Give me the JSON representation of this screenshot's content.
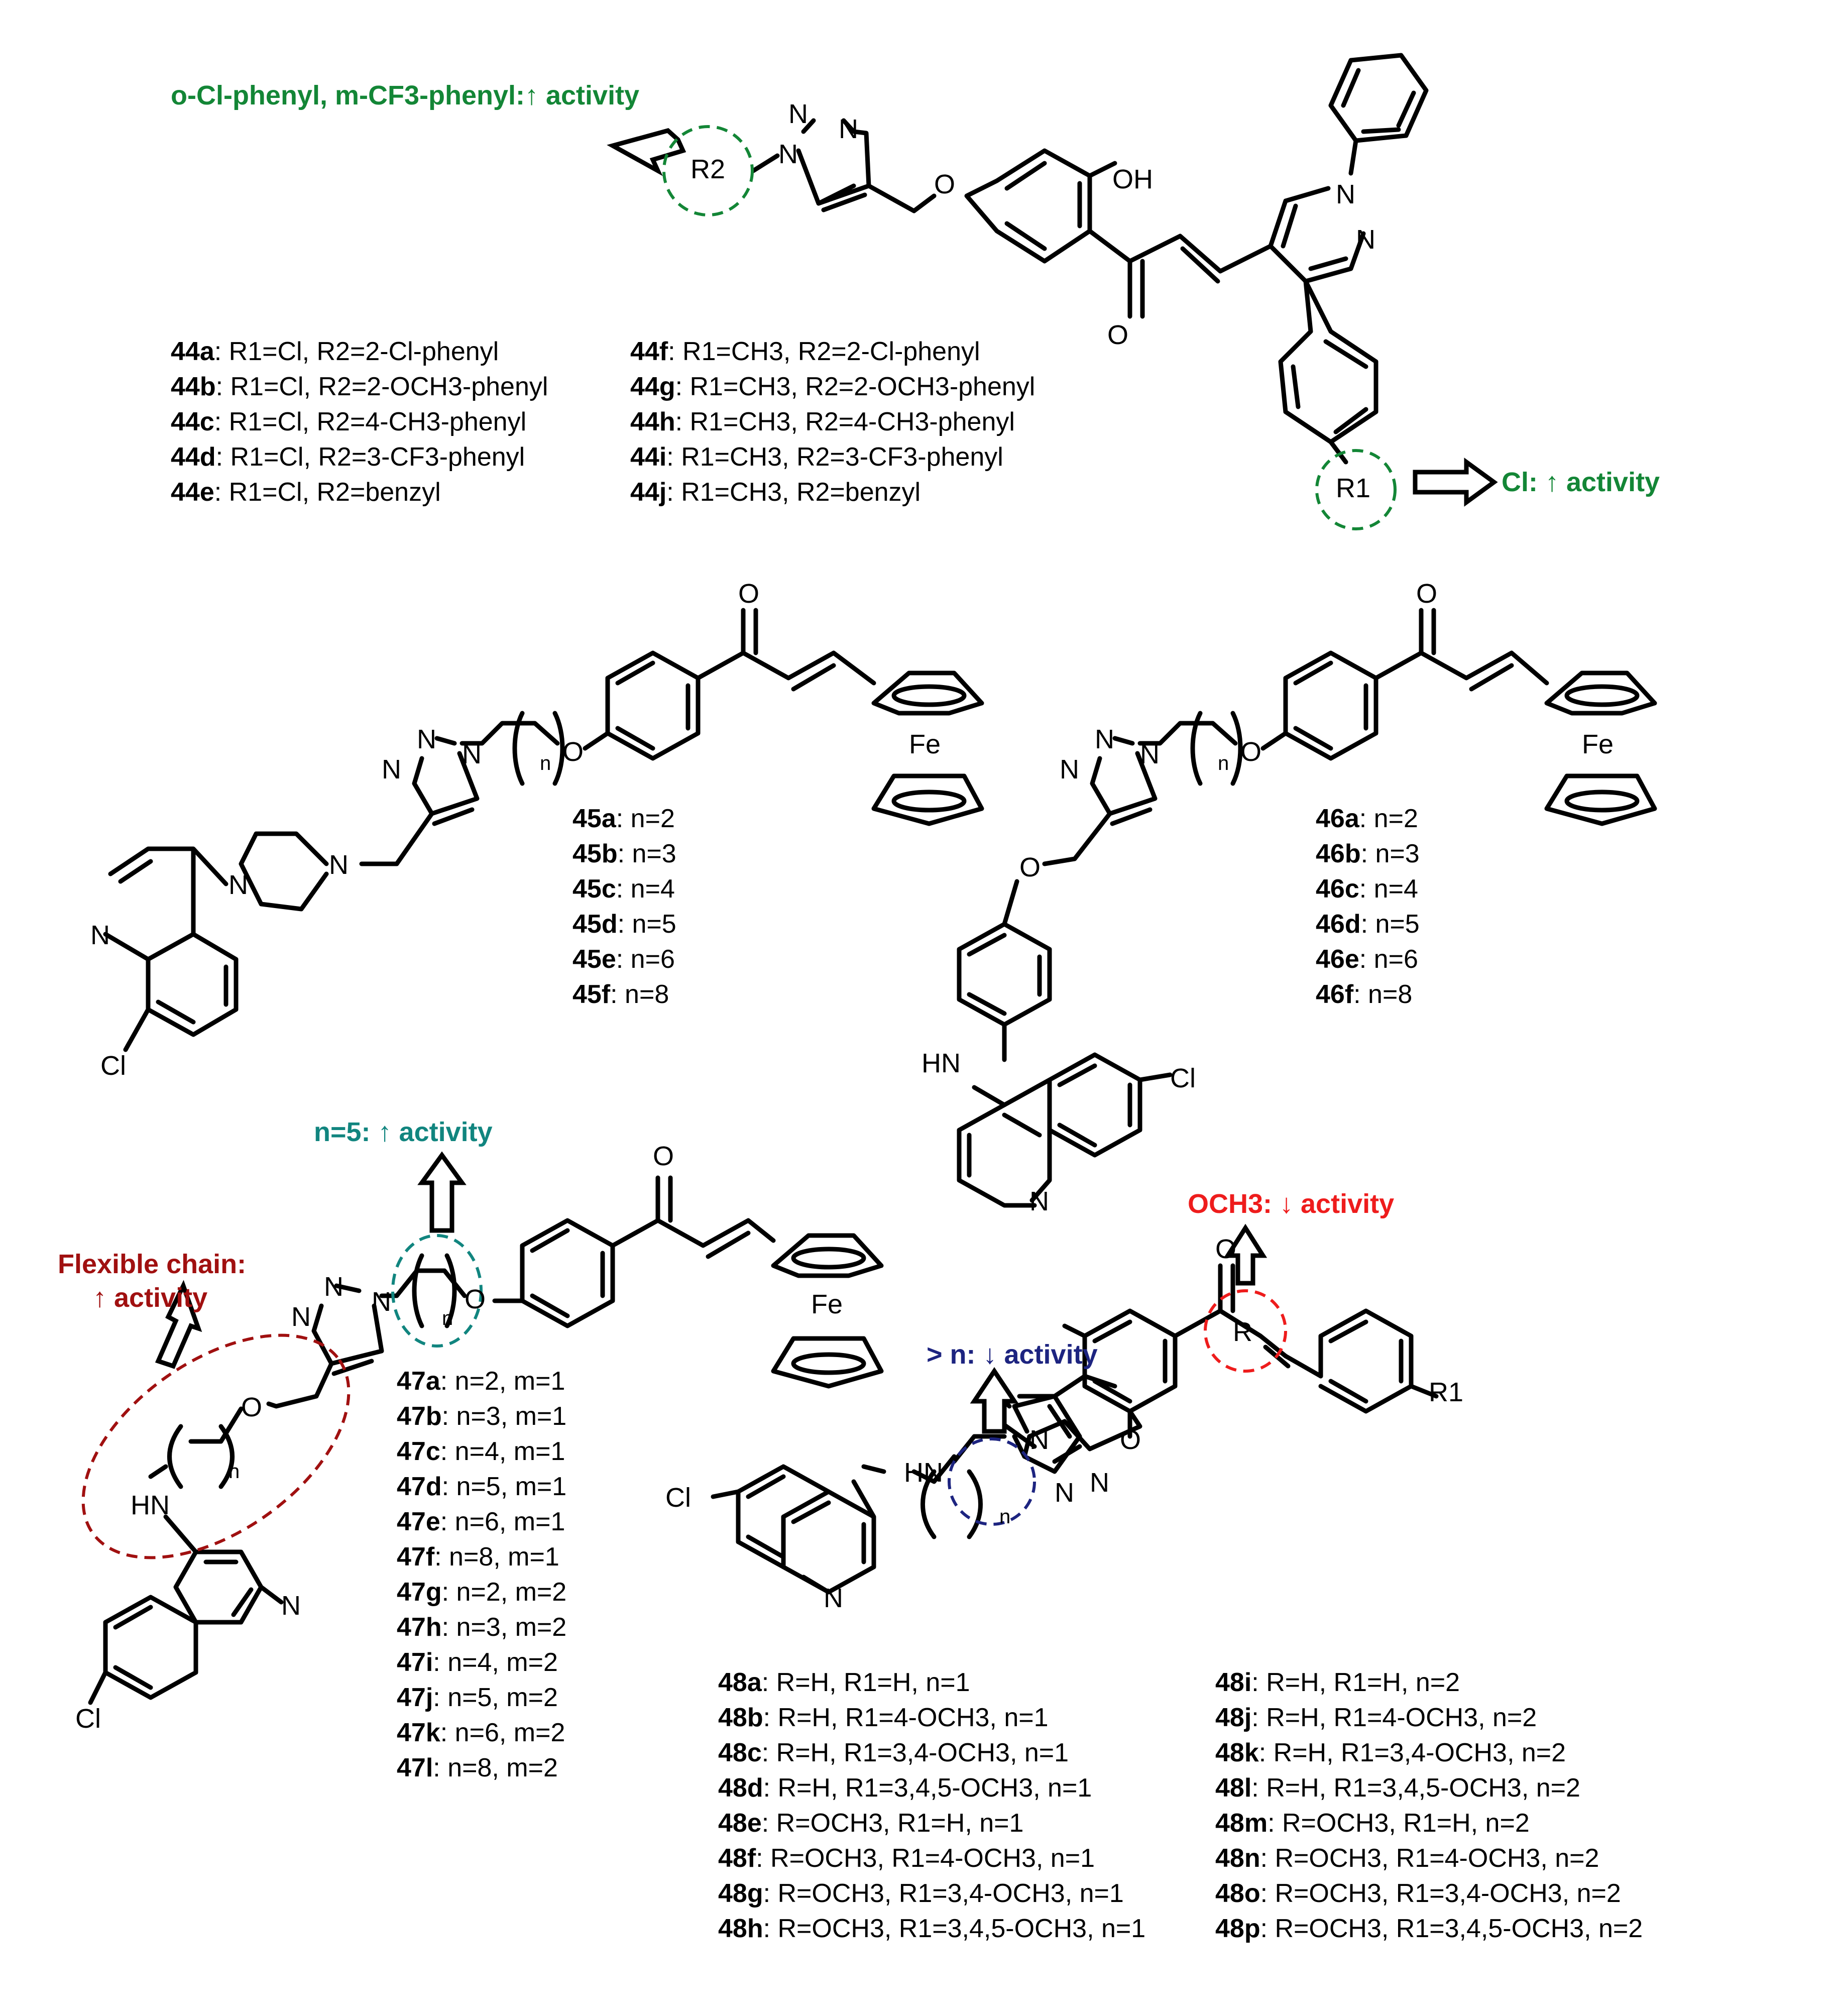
{
  "colors": {
    "green": "#138636",
    "teal": "#11857f",
    "darkred": "#a01010",
    "navy": "#1d2480",
    "red": "#ee1c1c"
  },
  "notes": {
    "n44_r2": "o-Cl-phenyl, m-CF3-phenyl:↑ activity",
    "n44_r1": "Cl: ↑ activity",
    "n47_n": "n=5: ↑ activity",
    "n47_chain_1": "Flexible chain:",
    "n47_chain_2": "↑ activity",
    "n48_n": "> n: ↓ activity",
    "n48_r": "OCH3: ↓ activity"
  },
  "atoms": {
    "n44": {
      "r2": "R2",
      "n1": "N",
      "n2": "N",
      "n3": "N",
      "o_ether": "O",
      "oh": "OH",
      "o_carbonyl": "O",
      "pz_n1": "N",
      "pz_n2": "N",
      "r1": "R1"
    },
    "n45": {
      "o": "O",
      "n1": "N",
      "n2": "N",
      "n3": "N",
      "n_sub": "n",
      "o_ether": "O",
      "fe": "Fe",
      "pip_n1": "N",
      "pip_n2": "N",
      "q_n": "N",
      "cl": "Cl"
    },
    "n46": {
      "o": "O",
      "n1": "N",
      "n2": "N",
      "n3": "N",
      "n_sub": "n",
      "o_ether": "O",
      "fe": "Fe",
      "o_link": "O",
      "nh": "HN",
      "cl": "Cl",
      "q_n": "N"
    },
    "n47": {
      "o": "O",
      "n1": "N",
      "n2": "N",
      "n3": "N",
      "n_sub": "n",
      "o_ether": "O",
      "fe": "Fe",
      "o_chain": "O",
      "n_sub2": "n",
      "nh": "HN",
      "q_n": "N",
      "cl": "Cl"
    },
    "n48": {
      "o": "O",
      "r": "R",
      "r1": "R1",
      "o_ether": "O",
      "n1": "N",
      "n2": "N",
      "n3": "N",
      "nh": "HN",
      "n_sub": "n",
      "cl": "Cl",
      "q_n": "N"
    }
  },
  "legends": {
    "l44a": [
      {
        "id": "44a",
        "text": ": R1=Cl, R2=2-Cl-phenyl"
      },
      {
        "id": "44b",
        "text": ": R1=Cl, R2=2-OCH3-phenyl"
      },
      {
        "id": "44c",
        "text": ": R1=Cl, R2=4-CH3-phenyl"
      },
      {
        "id": "44d",
        "text": ": R1=Cl, R2=3-CF3-phenyl"
      },
      {
        "id": "44e",
        "text": ": R1=Cl, R2=benzyl"
      }
    ],
    "l44b": [
      {
        "id": "44f",
        "text": ": R1=CH3, R2=2-Cl-phenyl"
      },
      {
        "id": "44g",
        "text": ": R1=CH3, R2=2-OCH3-phenyl"
      },
      {
        "id": "44h",
        "text": ": R1=CH3, R2=4-CH3-phenyl"
      },
      {
        "id": "44i",
        "text": ": R1=CH3, R2=3-CF3-phenyl"
      },
      {
        "id": "44j",
        "text": ": R1=CH3, R2=benzyl"
      }
    ],
    "l45": [
      {
        "id": "45a",
        "text": ": n=2"
      },
      {
        "id": "45b",
        "text": ": n=3"
      },
      {
        "id": "45c",
        "text": ": n=4"
      },
      {
        "id": "45d",
        "text": ": n=5"
      },
      {
        "id": "45e",
        "text": ": n=6"
      },
      {
        "id": "45f",
        "text": ": n=8"
      }
    ],
    "l46": [
      {
        "id": "46a",
        "text": ": n=2"
      },
      {
        "id": "46b",
        "text": ": n=3"
      },
      {
        "id": "46c",
        "text": ": n=4"
      },
      {
        "id": "46d",
        "text": ": n=5"
      },
      {
        "id": "46e",
        "text": ": n=6"
      },
      {
        "id": "46f",
        "text": ": n=8"
      }
    ],
    "l47": [
      {
        "id": "47a",
        "text": ": n=2, m=1"
      },
      {
        "id": "47b",
        "text": ": n=3, m=1"
      },
      {
        "id": "47c",
        "text": ": n=4, m=1"
      },
      {
        "id": "47d",
        "text": ": n=5, m=1"
      },
      {
        "id": "47e",
        "text": ": n=6, m=1"
      },
      {
        "id": "47f",
        "text": ": n=8, m=1"
      },
      {
        "id": "47g",
        "text": ": n=2, m=2"
      },
      {
        "id": "47h",
        "text": ": n=3, m=2"
      },
      {
        "id": "47i",
        "text": ": n=4, m=2"
      },
      {
        "id": "47j",
        "text": ": n=5, m=2"
      },
      {
        "id": "47k",
        "text": ": n=6, m=2"
      },
      {
        "id": "47l",
        "text": ": n=8, m=2"
      }
    ],
    "l48a": [
      {
        "id": "48a",
        "text": ": R=H, R1=H, n=1"
      },
      {
        "id": "48b",
        "text": ": R=H, R1=4-OCH3, n=1"
      },
      {
        "id": "48c",
        "text": ": R=H, R1=3,4-OCH3, n=1"
      },
      {
        "id": "48d",
        "text": ": R=H, R1=3,4,5-OCH3, n=1"
      },
      {
        "id": "48e",
        "text": ": R=OCH3, R1=H, n=1"
      },
      {
        "id": "48f",
        "text": ": R=OCH3, R1=4-OCH3, n=1"
      },
      {
        "id": "48g",
        "text": ": R=OCH3, R1=3,4-OCH3, n=1"
      },
      {
        "id": "48h",
        "text": ": R=OCH3, R1=3,4,5-OCH3, n=1"
      }
    ],
    "l48b": [
      {
        "id": "48i",
        "text": ": R=H, R1=H, n=2"
      },
      {
        "id": "48j",
        "text": ": R=H, R1=4-OCH3, n=2"
      },
      {
        "id": "48k",
        "text": ": R=H, R1=3,4-OCH3, n=2"
      },
      {
        "id": "48l",
        "text": ": R=H, R1=3,4,5-OCH3, n=2"
      },
      {
        "id": "48m",
        "text": ": R=OCH3, R1=H, n=2"
      },
      {
        "id": "48n",
        "text": ": R=OCH3, R1=4-OCH3, n=2"
      },
      {
        "id": "48o",
        "text": ": R=OCH3, R1=3,4-OCH3, n=2"
      },
      {
        "id": "48p",
        "text": ": R=OCH3, R1=3,4,5-OCH3, n=2"
      }
    ]
  }
}
